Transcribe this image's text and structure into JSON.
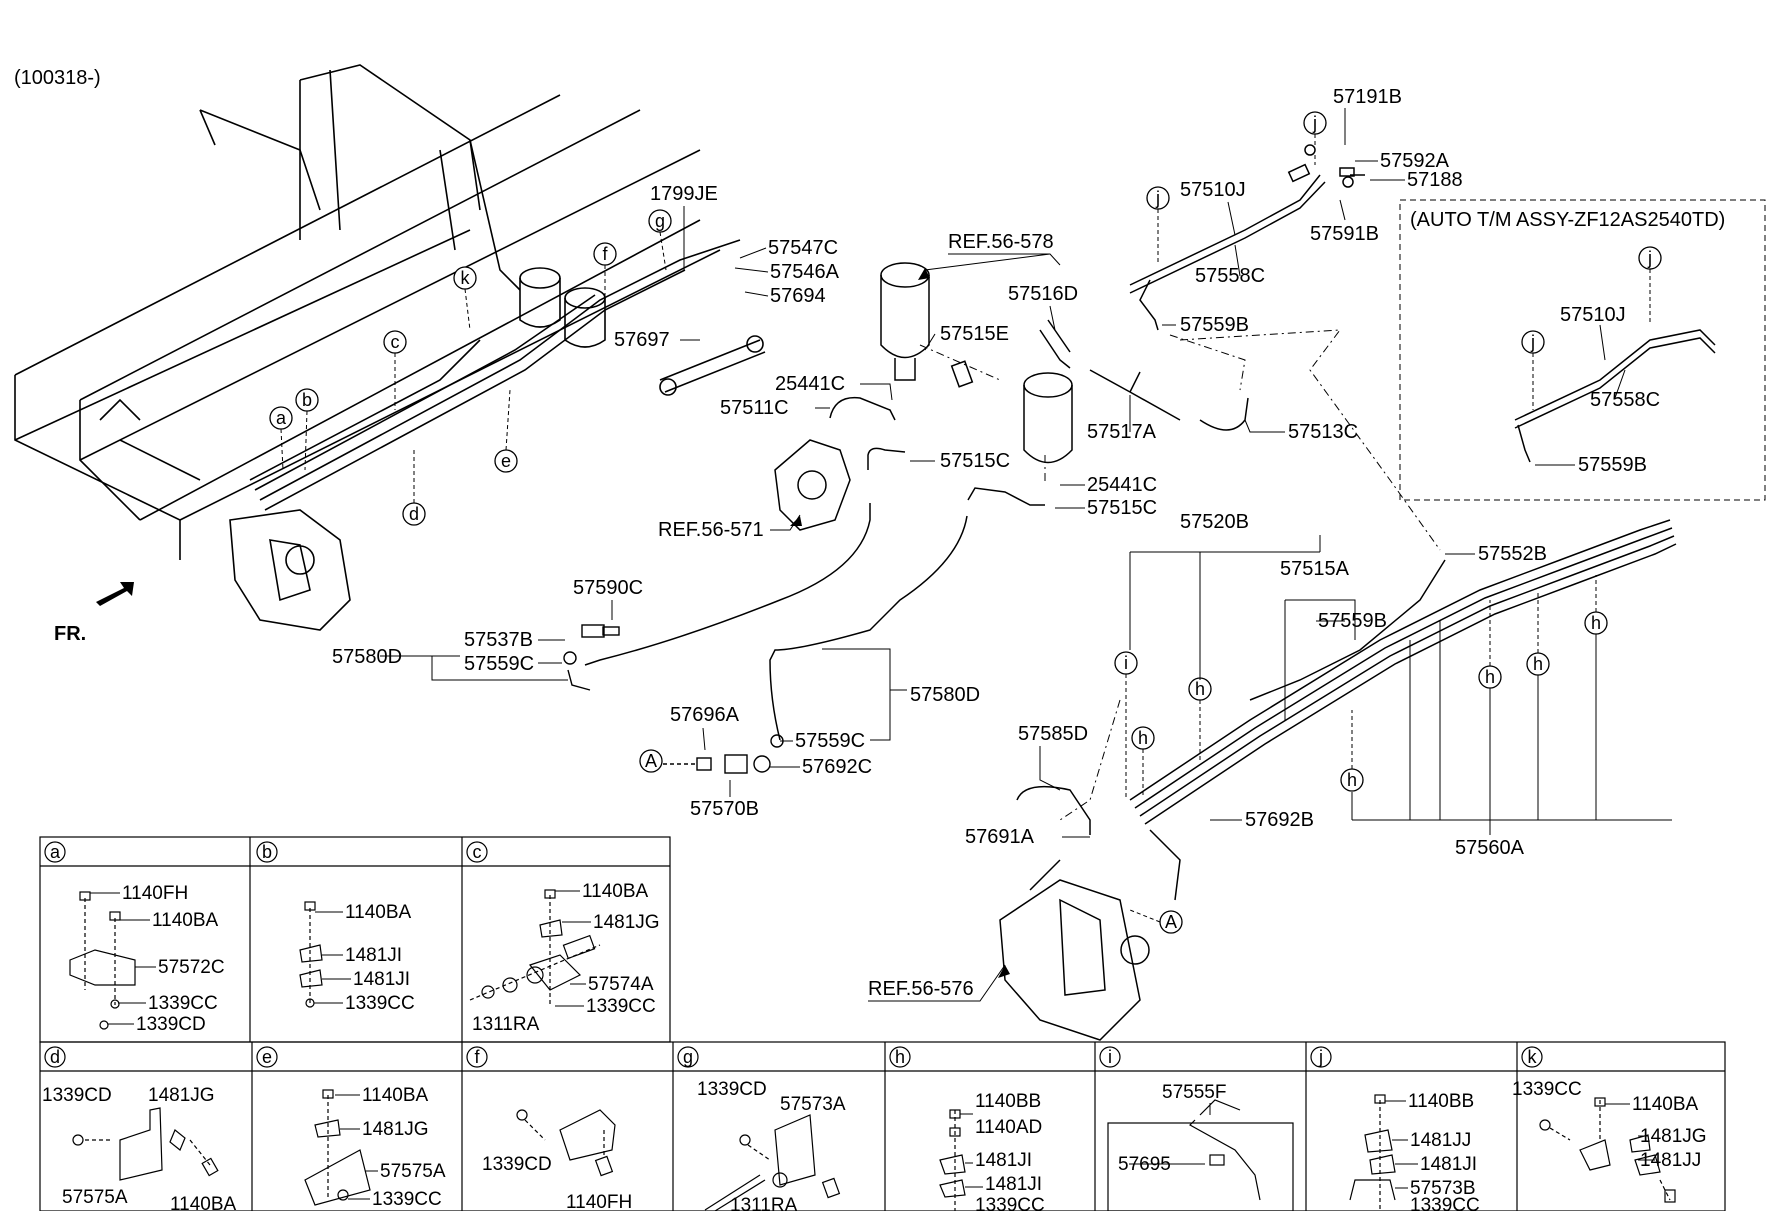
{
  "header": {
    "serial_range": "(100318-)"
  },
  "direction": {
    "front": "FR."
  },
  "refs": {
    "ref_578": "REF.56-578",
    "ref_571": "REF.56-571",
    "ref_576": "REF.56-576"
  },
  "variant_box": {
    "title": "(AUTO T/M ASSY-ZF12AS2540TD)",
    "labels": {
      "p57510J": "57510J",
      "p57558C": "57558C",
      "p57559B": "57559B"
    }
  },
  "labels": {
    "p1799JE": "1799JE",
    "p57547C": "57547C",
    "p57546A": "57546A",
    "p57694": "57694",
    "p57697": "57697",
    "p25441C_a": "25441C",
    "p57511C": "57511C",
    "p57515E": "57515E",
    "p57516D": "57516D",
    "p57515C_a": "57515C",
    "p57515C_b": "57515C",
    "p25441C_b": "25441C",
    "p57517A": "57517A",
    "p57513C": "57513C",
    "p57191B": "57191B",
    "p57592A": "57592A",
    "p57188": "57188",
    "p57591B": "57591B",
    "p57510J": "57510J",
    "p57558C": "57558C",
    "p57559B_a": "57559B",
    "p57520B": "57520B",
    "p57515A": "57515A",
    "p57552B": "57552B",
    "p57559B_b": "57559B",
    "p57560A": "57560A",
    "p57585D": "57585D",
    "p57691A": "57691A",
    "p57692B": "57692B",
    "p57590C": "57590C",
    "p57537B": "57537B",
    "p57580D_a": "57580D",
    "p57559C_a": "57559C",
    "p57580D_b": "57580D",
    "p57559C_b": "57559C",
    "p57696A": "57696A",
    "p57692C": "57692C",
    "p57570B": "57570B"
  },
  "callouts": {
    "a": "a",
    "b": "b",
    "c": "c",
    "d": "d",
    "e": "e",
    "f": "f",
    "g": "g",
    "h": "h",
    "i": "i",
    "j": "j",
    "k": "k",
    "A": "A"
  },
  "detail_boxes": [
    {
      "key": "a",
      "parts": [
        "1140FH",
        "1140BA",
        "57572C",
        "1339CC",
        "1339CD"
      ]
    },
    {
      "key": "b",
      "parts": [
        "1140BA",
        "1481JI",
        "1481JI",
        "1339CC"
      ]
    },
    {
      "key": "c",
      "parts": [
        "1140BA",
        "1481JG",
        "57574A",
        "1339CC",
        "1311RA"
      ]
    },
    {
      "key": "d",
      "parts": [
        "1339CD",
        "1481JG",
        "57575A",
        "1140BA"
      ]
    },
    {
      "key": "e",
      "parts": [
        "1140BA",
        "1481JG",
        "57575A",
        "1339CC"
      ]
    },
    {
      "key": "f",
      "parts": [
        "1339CD",
        "1140FH"
      ]
    },
    {
      "key": "g",
      "parts": [
        "1339CD",
        "57573A",
        "1311RA"
      ]
    },
    {
      "key": "h",
      "parts": [
        "1140BB",
        "1140AD",
        "1481JI",
        "1481JI",
        "1339CC"
      ]
    },
    {
      "key": "i",
      "parts": [
        "57555F",
        "57695"
      ]
    },
    {
      "key": "j",
      "parts": [
        "1140BB",
        "1481JJ",
        "1481JI",
        "57573B",
        "1339CC"
      ]
    },
    {
      "key": "k",
      "parts": [
        "1339CC",
        "1140BA",
        "1481JG",
        "1481JJ"
      ]
    }
  ],
  "colors": {
    "line": "#000000",
    "background": "#ffffff"
  }
}
